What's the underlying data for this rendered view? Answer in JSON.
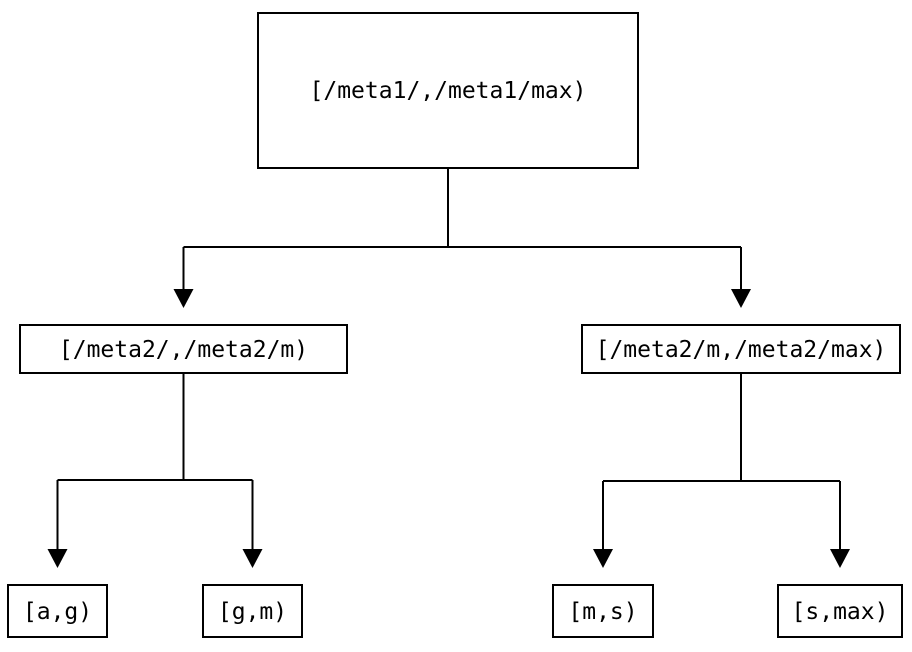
{
  "diagram": {
    "type": "tree",
    "background_color": "#ffffff",
    "line_color": "#000000",
    "text_color": "#000000",
    "nodes": {
      "root": {
        "label": "[/meta1/,/meta1/max)"
      },
      "level1_left": {
        "label": "[/meta2/,/meta2/m)"
      },
      "level1_right": {
        "label": "[/meta2/m,/meta2/max)"
      },
      "leaf_ag": {
        "label": "[a,g)"
      },
      "leaf_gm": {
        "label": "[g,m)"
      },
      "leaf_ms": {
        "label": "[m,s)"
      },
      "leaf_smax": {
        "label": "[s,max)"
      }
    },
    "edges": [
      {
        "from": "root",
        "to": "level1_left"
      },
      {
        "from": "root",
        "to": "level1_right"
      },
      {
        "from": "level1_left",
        "to": "leaf_ag"
      },
      {
        "from": "level1_left",
        "to": "leaf_gm"
      },
      {
        "from": "level1_right",
        "to": "leaf_ms"
      },
      {
        "from": "level1_right",
        "to": "leaf_smax"
      }
    ]
  }
}
